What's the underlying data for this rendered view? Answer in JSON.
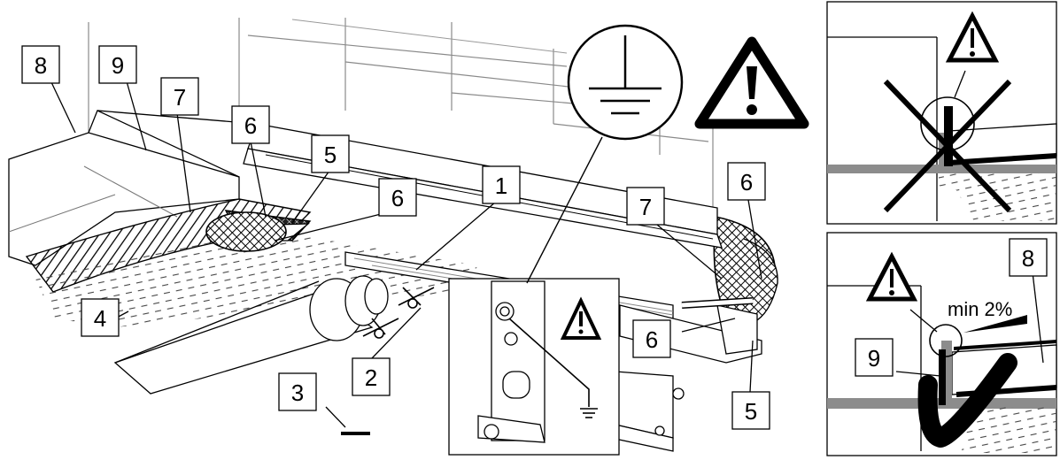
{
  "callouts": {
    "c1": "1",
    "c2": "2",
    "c3": "3",
    "c4": "4",
    "c5a": "5",
    "c5b": "5",
    "c6a": "6",
    "c6b": "6",
    "c6c": "6",
    "c6d": "6",
    "c7a": "7",
    "c7b": "7",
    "c8a": "8",
    "c8b": "8",
    "c9a": "9",
    "c9b": "9"
  },
  "annotations": {
    "slope": "min 2%"
  },
  "icons": {
    "ground": "earth-ground-symbol",
    "warning": "warning-triangle-icon",
    "wrong": "cross-mark-icon",
    "right": "check-mark-icon"
  },
  "colors": {
    "ink": "#000000",
    "line": "#777777",
    "paper": "#ffffff",
    "fill_gray": "#8c8c8c"
  }
}
